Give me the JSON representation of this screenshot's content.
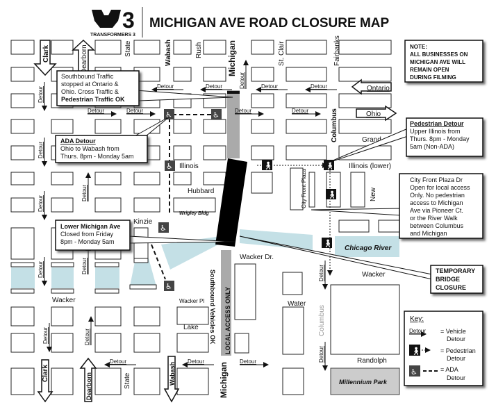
{
  "title": "MICHIGAN AVE ROAD CLOSURE MAP",
  "logo": {
    "text": "TRANSFORMERS 3",
    "number": "3"
  },
  "detour_label": "Detour",
  "streets": {
    "clark": "Clark",
    "dearborn": "Dearborn",
    "state": "State",
    "wabash": "Wabash",
    "rush": "Rush",
    "michigan": "Michigan",
    "st_clair": "St. Clair",
    "fairbanks": "Fairbanks",
    "ontario": "Ontario",
    "ohio": "Ohio",
    "columbus": "Columbus",
    "grand": "Grand",
    "illinois": "Illinois",
    "illinois_lower": "Illinois (lower)",
    "hubbard": "Hubbard",
    "wrigley": "Wrigley Bldg",
    "kinzie": "Kinzie",
    "city_front_plaza": "City Front Plaza",
    "new": "New",
    "chicago_river": "Chicago River",
    "wacker_dr": "Wacker Dr.",
    "wacker": "Wacker",
    "wacker_pl": "Wacker Pl",
    "lake": "Lake",
    "water": "Water",
    "randolph": "Randolph",
    "millennium_park": "Millennium Park",
    "southbound_ok": "Southbound Vehicles OK",
    "local_access": "LOCAL ACCESS ONLY"
  },
  "callouts": {
    "note": [
      "NOTE:",
      "ALL BUSINESSES ON",
      "MICHIGAN AVE WILL",
      "REMAIN OPEN",
      "DURING FILMING"
    ],
    "southbound": [
      "Southbound Traffic",
      "stopped at Ontario &",
      "Ohio. Cross Traffic &",
      "Pedestrian Traffic OK"
    ],
    "ada": {
      "title": "ADA Detour",
      "lines": [
        "Ohio to Wabash from",
        "Thurs. 8pm - Monday 5am"
      ]
    },
    "pedestrian": {
      "title": "Pedestrian Detour",
      "lines": [
        "Upper Illinois from",
        "Thurs. 8pm - Monday",
        "5am (Non-ADA)"
      ]
    },
    "city_front": [
      "City Front Plaza Dr",
      "Open for local access",
      "Only.  No pedestrian",
      "access to Michigan",
      "Ave via Pioneer Ct.",
      "or the River Walk",
      "between Columbus",
      "and Michigan"
    ],
    "lower_michigan": {
      "title": "Lower Michigan Ave",
      "lines": [
        "Closed from Friday",
        "8pm - Monday 5am"
      ]
    },
    "bridge": [
      "TEMPORARY",
      "BRIDGE",
      "CLOSURE"
    ]
  },
  "key": {
    "title": "Key:",
    "vehicle": [
      "= Vehicle",
      "Detour"
    ],
    "pedestrian": [
      "= Pedestrian",
      "Detour"
    ],
    "ada": [
      "= ADA",
      "Detour"
    ]
  },
  "colors": {
    "river": "#c4e0e6",
    "closed_road": "#000000",
    "local_road": "#aaaaaa",
    "park": "#cccccc"
  }
}
